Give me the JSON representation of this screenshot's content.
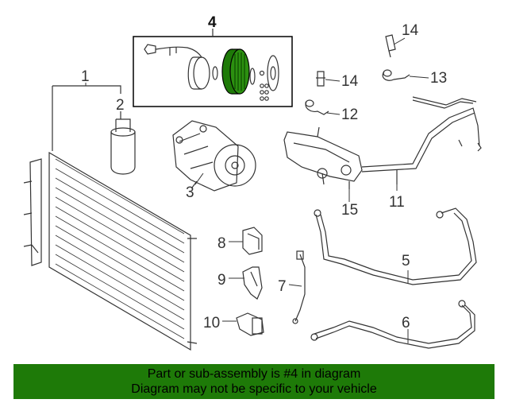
{
  "callouts": {
    "c1": "1",
    "c2": "2",
    "c3": "3",
    "c4": "4",
    "c5": "5",
    "c6": "6",
    "c7": "7",
    "c8": "8",
    "c9": "9",
    "c10": "10",
    "c11": "11",
    "c12": "12",
    "c13": "13",
    "c14a": "14",
    "c14b": "14",
    "c15": "15"
  },
  "banner": {
    "line1": "Part or sub-assembly is #4 in diagram",
    "line2": "Diagram may not be specific to your vehicle",
    "color": "#1e7a08"
  },
  "highlight": {
    "part": "4",
    "box_border": "#000000",
    "fill_color": "#1e7a08"
  }
}
